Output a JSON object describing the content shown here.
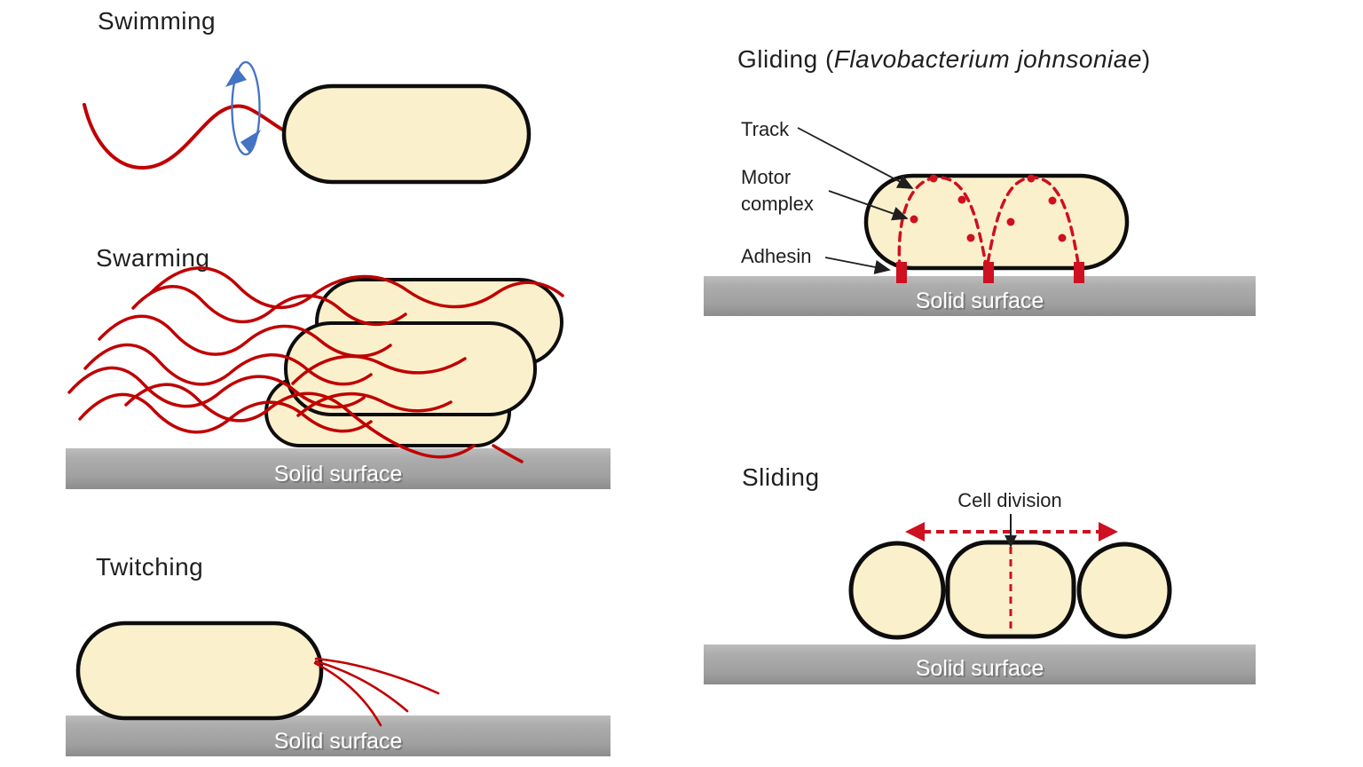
{
  "palette": {
    "background": "#FFFFFF",
    "cell_fill": "#FBF0CC",
    "cell_outline": "#0D0D0D",
    "flagella_red": "#C00000",
    "track_red": "#CE1020",
    "rotation_blue": "#4472C4",
    "surface_gray_light": "#BDBDBD",
    "surface_gray_dark": "#8C8C8C",
    "label_text": "#1F1F1F",
    "surface_text": "#FFFFFF"
  },
  "sections": {
    "swimming": {
      "title": "Swimming"
    },
    "swarming": {
      "title": "Swarming",
      "surface_label": "Solid surface"
    },
    "twitching": {
      "title": "Twitching",
      "surface_label": "Solid surface"
    },
    "gliding": {
      "title_prefix": "Gliding (",
      "title_species": "Flavobacterium johnsoniae",
      "title_suffix": ")",
      "labels": {
        "track": "Track",
        "motor_line1": "Motor",
        "motor_line2": "complex",
        "adhesin": "Adhesin"
      },
      "surface_label": "Solid surface"
    },
    "sliding": {
      "title": "Sliding",
      "annotation": "Cell division",
      "surface_label": "Solid surface"
    }
  }
}
